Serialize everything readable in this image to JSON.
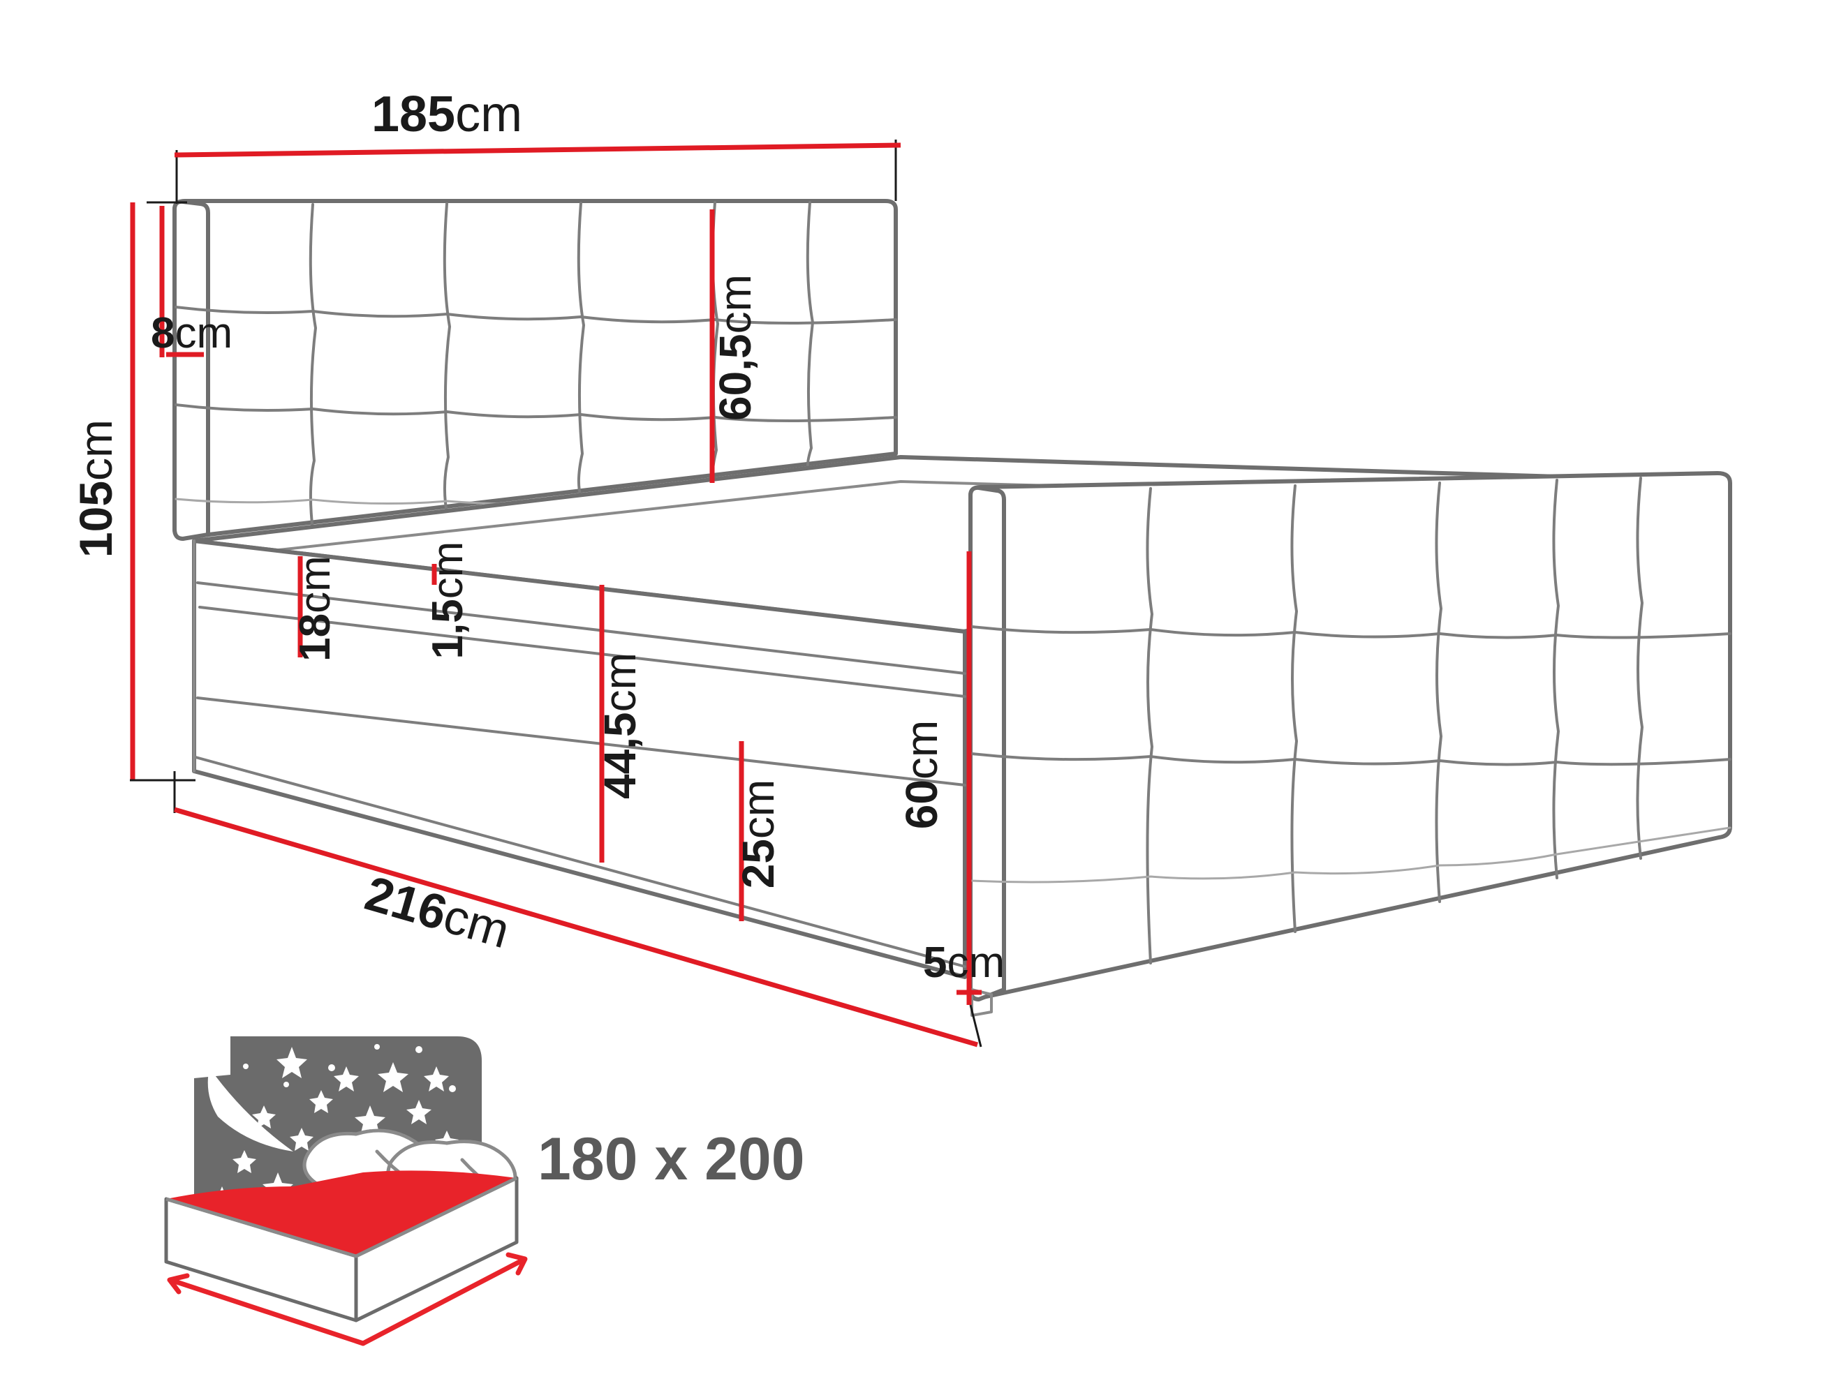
{
  "page": {
    "title": "Bed dimension diagram",
    "background_color": "#ffffff"
  },
  "colors": {
    "dimension_line": "#e01b24",
    "furniture_outline": "#6e6e6e",
    "tufting_seam": "#7d7d7d",
    "text": "#1a1a1a",
    "icon_sky": "#6b6b6b",
    "icon_mattress_red": "#e8232a",
    "icon_label_text": "#5a5a5a"
  },
  "dimensions": {
    "headboard_width": {
      "value": "185",
      "unit": "cm",
      "label": "185cm",
      "orientation": "horizontal"
    },
    "headboard_top_gap": {
      "value": "8",
      "unit": "cm",
      "label": "8cm",
      "orientation": "horizontal"
    },
    "total_height": {
      "value": "105",
      "unit": "cm",
      "label": "105cm",
      "orientation": "vertical"
    },
    "headboard_panel_height": {
      "value": "60,5",
      "unit": "cm",
      "label": "60,5cm",
      "orientation": "vertical"
    },
    "base_topper_height": {
      "value": "18",
      "unit": "cm",
      "label": "18cm",
      "orientation": "vertical"
    },
    "trim_height": {
      "value": "1,5",
      "unit": "cm",
      "label": "1,5cm",
      "orientation": "vertical"
    },
    "box_height": {
      "value": "44,5",
      "unit": "cm",
      "label": "44,5cm",
      "orientation": "vertical"
    },
    "drawer_height": {
      "value": "25",
      "unit": "cm",
      "label": "25cm",
      "orientation": "vertical"
    },
    "total_length": {
      "value": "216",
      "unit": "cm",
      "label": "216cm",
      "orientation": "diagonal"
    },
    "footboard_height": {
      "value": "60",
      "unit": "cm",
      "label": "60cm",
      "orientation": "vertical"
    },
    "leg_height": {
      "value": "5",
      "unit": "cm",
      "label": "5cm",
      "orientation": "horizontal"
    }
  },
  "mattress_icon": {
    "size_label": "180 x 200",
    "sky_description": "starry-night-sky",
    "moon_description": "crescent-moon",
    "pillow_count": 2
  }
}
